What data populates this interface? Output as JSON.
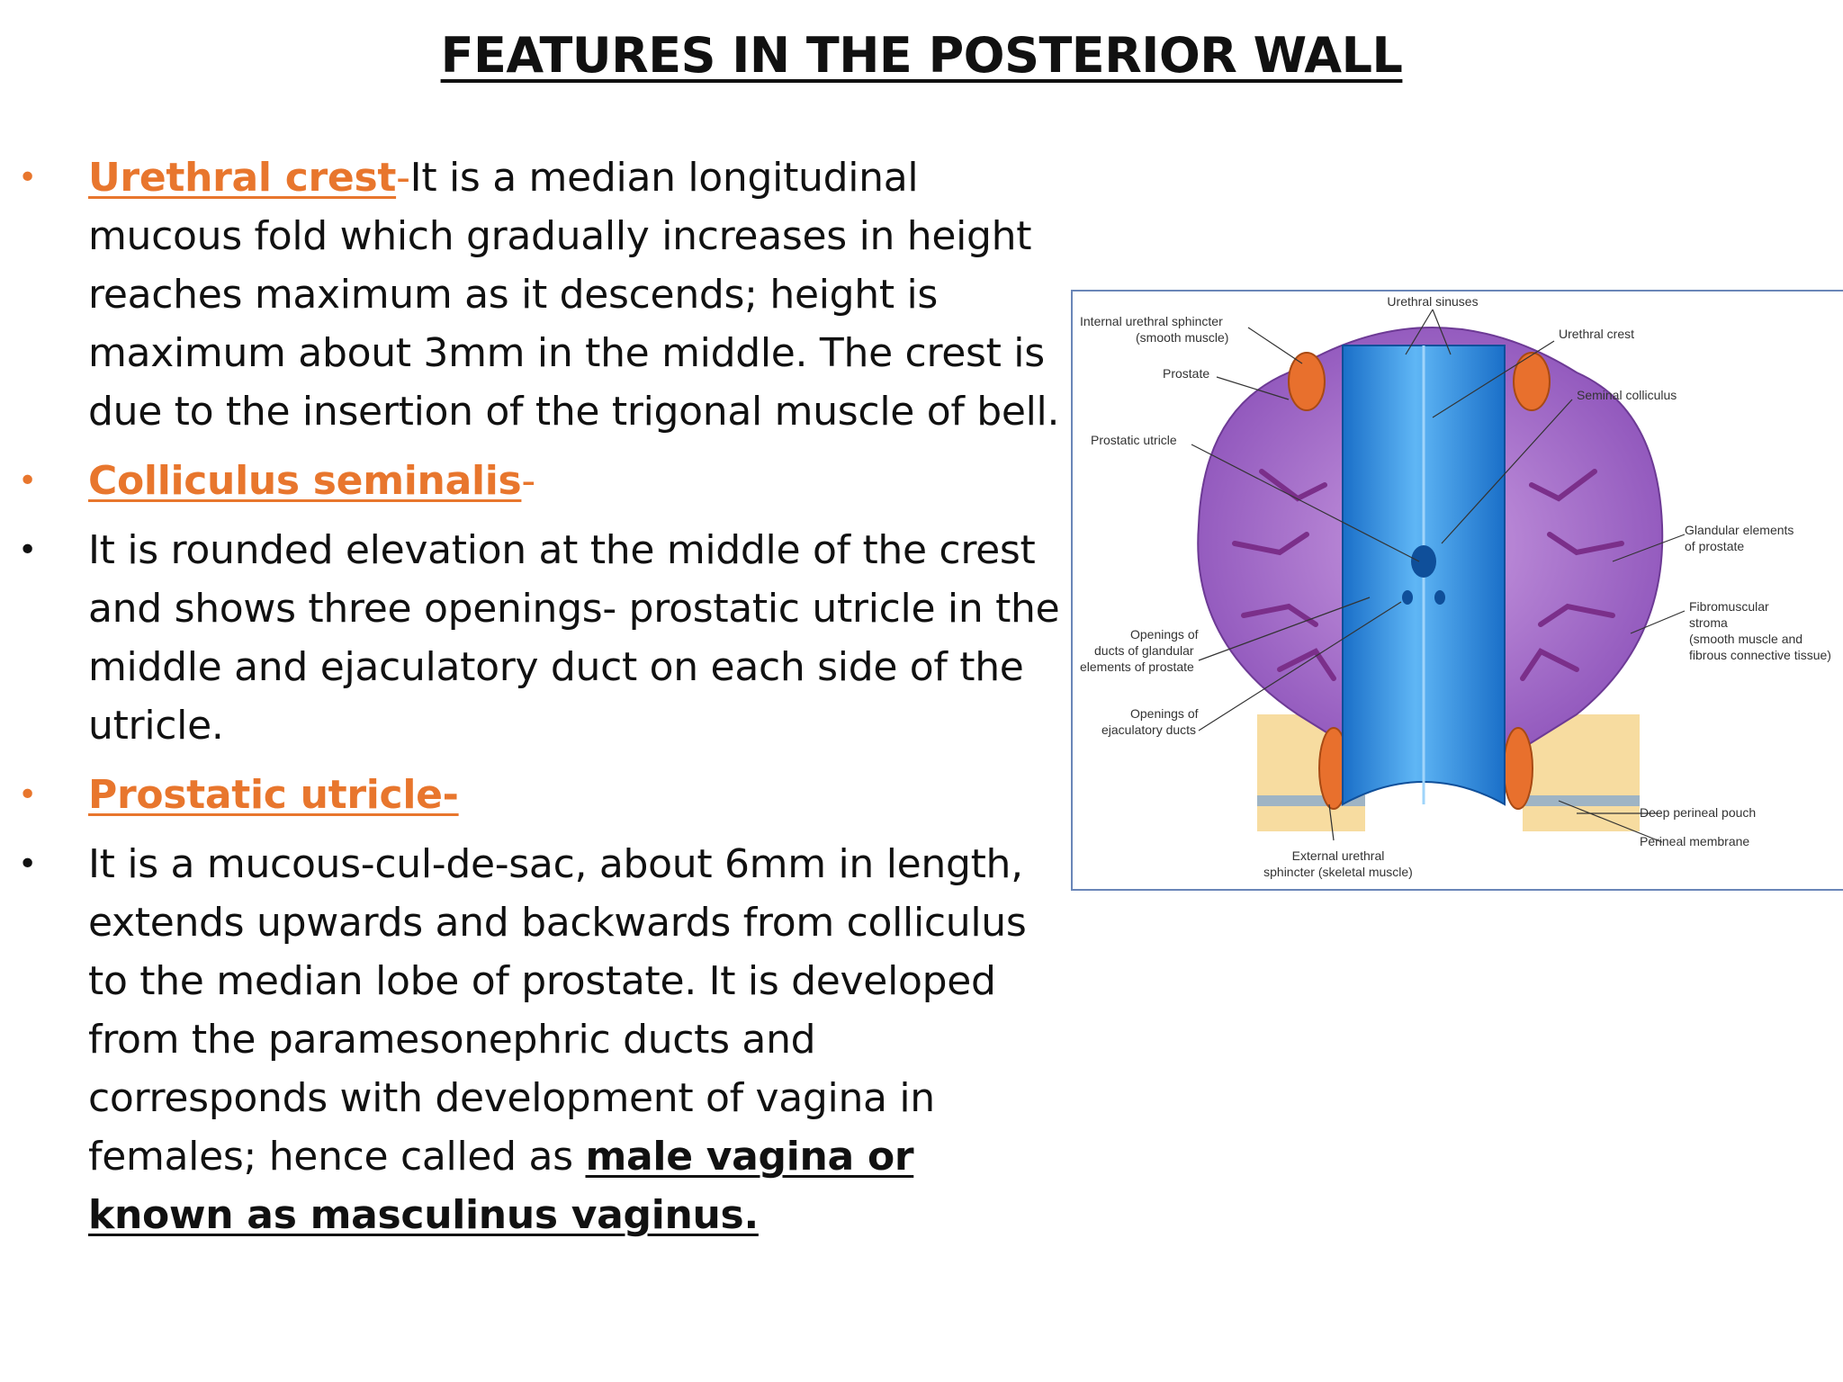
{
  "title": "FEATURES IN THE POSTERIOR WALL",
  "bullets": [
    {
      "term": "Urethral crest",
      "dash": "-",
      "text": "It is a median longitudinal mucous fold which gradually increases in height reaches maximum as it descends; height is maximum about 3mm in the middle. The crest is due to the insertion of the trigonal muscle of bell."
    },
    {
      "term": "Colliculus seminalis",
      "dash": "-"
    },
    {
      "text": "It is rounded elevation at the middle of the crest and shows three openings- prostatic utricle in the middle and ejaculatory duct on each side of the utricle."
    },
    {
      "term": "Prostatic utricle-"
    },
    {
      "text": "It is a mucous-cul-de-sac, about 6mm in length, extends upwards and backwards from colliculus to the median lobe of prostate. It is developed from the paramesonephric ducts and corresponds with development of vagina in females; hence called as ",
      "emphasis": "male vagina or known as masculinus vaginus."
    }
  ],
  "diagram_labels": {
    "urethral_sinuses": "Urethral sinuses",
    "internal_sphincter_1": "Internal urethral sphincter",
    "internal_sphincter_2": "(smooth muscle)",
    "urethral_crest": "Urethral crest",
    "prostate": "Prostate",
    "seminal_colliculus": "Seminal colliculus",
    "prostatic_utricle": "Prostatic utricle",
    "glandular_1": "Glandular elements",
    "glandular_2": "of prostate",
    "fibro_1": "Fibromuscular",
    "fibro_2": "stroma",
    "fibro_3": "(smooth muscle and",
    "fibro_4": "fibrous connective tissue)",
    "openings_glandular_1": "Openings of",
    "openings_glandular_2": "ducts of glandular",
    "openings_glandular_3": "elements of prostate",
    "openings_ejac_1": "Openings of",
    "openings_ejac_2": "ejaculatory ducts",
    "deep_perineal": "Deep perineal pouch",
    "perineal_membrane": "Perineal membrane",
    "external_sphincter_1": "External urethral",
    "external_sphincter_2": "sphincter (skeletal muscle)"
  },
  "colors": {
    "accent_orange": "#e8762d",
    "prostate_purple": "#9b5cc4",
    "urethra_blue": "#2f8fe0",
    "frame_blue": "#6a86b8"
  }
}
